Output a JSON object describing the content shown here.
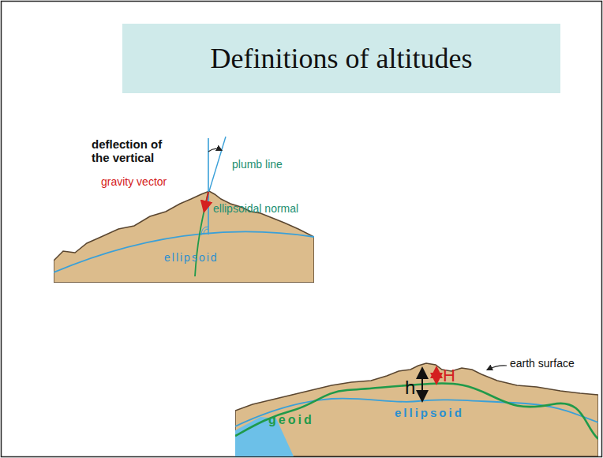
{
  "diagram": {
    "title": "Definitions of altitudes",
    "labels": [
      "deflection of the vertical",
      "plumb line",
      "gravity vector",
      "ellipsoidal normal",
      "ellipsoid",
      "earth surface",
      "h",
      "H",
      "geoid",
      "ellipsoid"
    ]
  }
}
